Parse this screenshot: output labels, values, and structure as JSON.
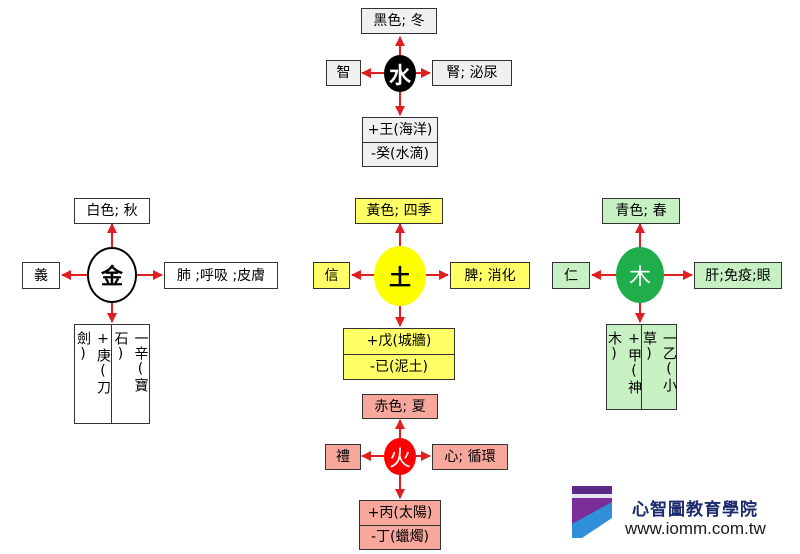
{
  "colors": {
    "arrow": "#e02020",
    "water_circle": "#000000",
    "metal_circle": "#ffffff",
    "earth_circle": "#ffff00",
    "wood_circle": "#1fae4b",
    "fire_circle": "#ff0000",
    "water_box": "#f0f0f0",
    "metal_box": "#ffffff",
    "earth_box": "#ffff66",
    "wood_box": "#c7f0c3",
    "fire_box": "#f7a79c"
  },
  "water": {
    "symbol": "水",
    "top": "黑色; 冬",
    "left": "智",
    "right": "腎; 泌尿",
    "bottom": [
      "+王(海洋)",
      "-癸(水滴)"
    ]
  },
  "metal": {
    "symbol": "金",
    "top": "白色; 秋",
    "left": "義",
    "right": "肺 ;呼吸 ;皮膚",
    "bottom_left": "+庚(刀劍)",
    "bottom_right": "一辛(寶石)"
  },
  "earth": {
    "symbol": "土",
    "top": "黃色; 四季",
    "left": "信",
    "right": "脾; 消化",
    "bottom": [
      "+戊(城牆)",
      "-已(泥土)"
    ]
  },
  "wood": {
    "symbol": "木",
    "top": "青色; 春",
    "left": "仁",
    "right": "肝;免疫;眼",
    "bottom_left": "+甲(神木)",
    "bottom_right": "一乙(小草)"
  },
  "fire": {
    "symbol": "火",
    "top": "赤色; 夏",
    "left": "禮",
    "right": "心; 循環",
    "bottom": [
      "+丙(太陽)",
      "-丁(蠟燭)"
    ]
  },
  "logo": {
    "name": "心智圖教育學院",
    "url": "www.iomm.com.tw"
  }
}
